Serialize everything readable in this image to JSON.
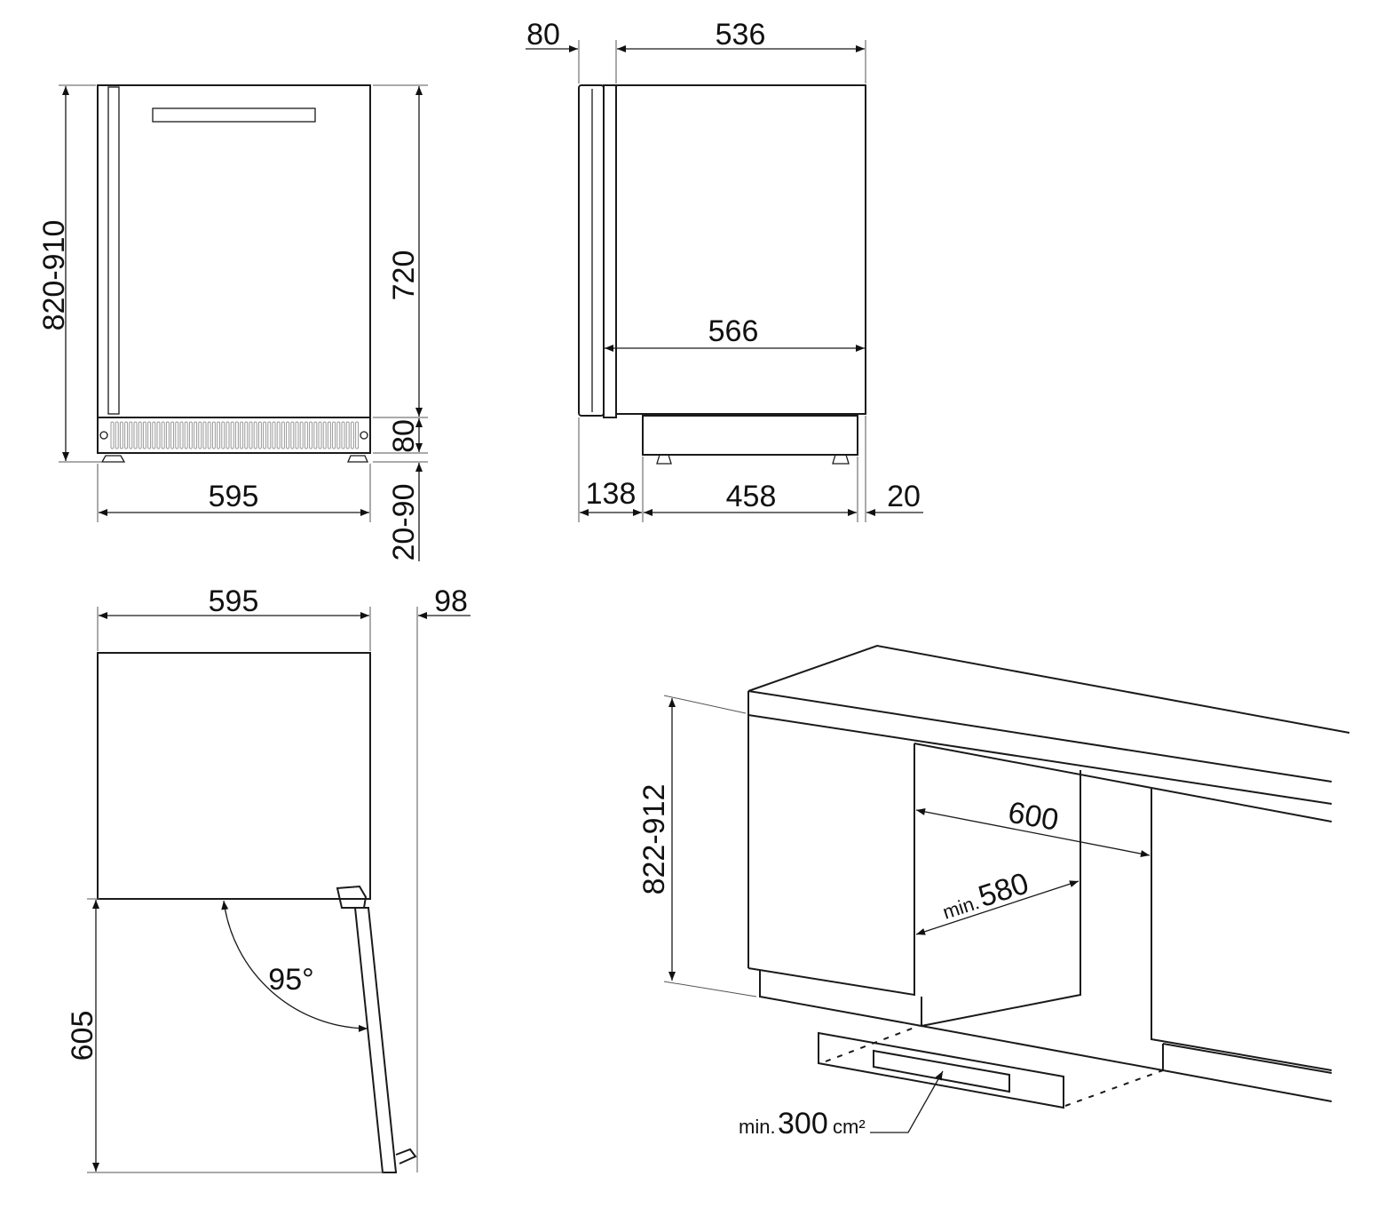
{
  "front_view": {
    "height_total": "820-910",
    "height_body": "720",
    "height_plinth": "80",
    "height_feet": "20-90",
    "width": "595"
  },
  "side_view": {
    "door_depth": "80",
    "body_depth": "536",
    "total_depth": "566",
    "plinth_offset": "138",
    "plinth_depth": "458",
    "rear_gap": "20"
  },
  "top_view": {
    "width": "595",
    "door_clearance": "98",
    "door_open_depth": "605",
    "door_angle": "95°"
  },
  "installation_view": {
    "niche_height": "822-912",
    "niche_width": "600",
    "min_depth_prefix": "min.",
    "min_depth": "580",
    "vent_prefix": "min.",
    "vent_area": "300",
    "vent_unit": "cm²"
  }
}
